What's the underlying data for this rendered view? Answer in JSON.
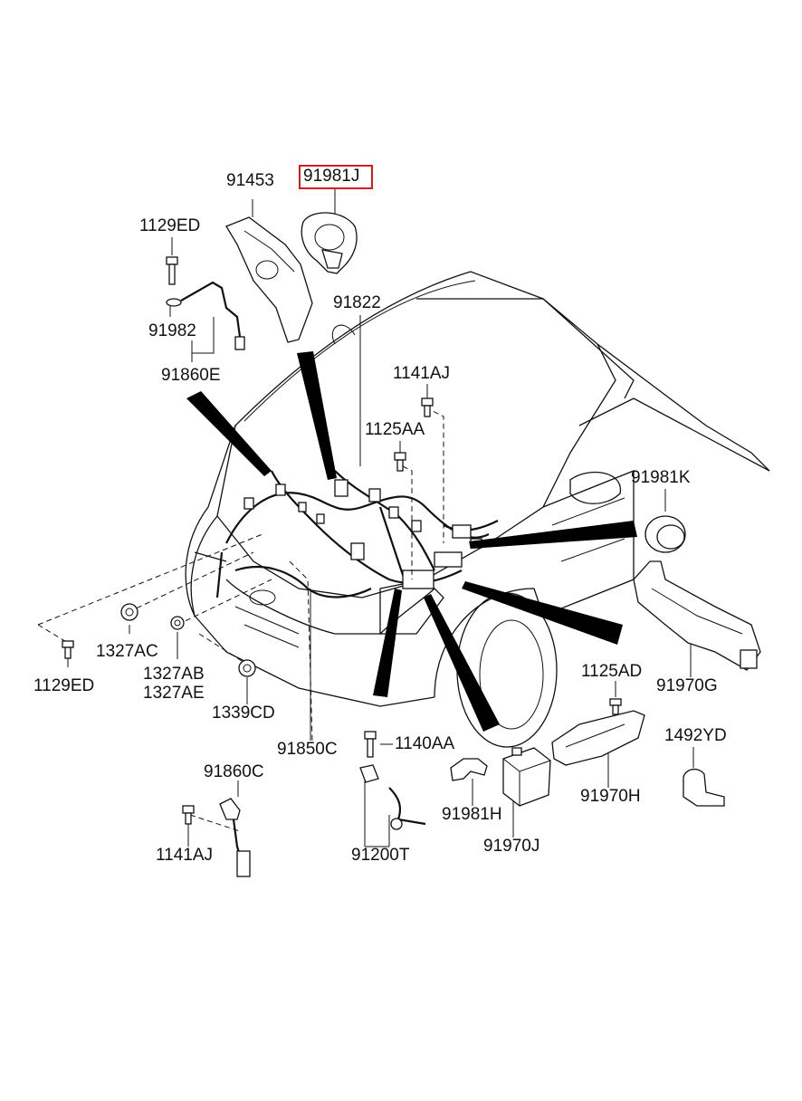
{
  "highlighted_part": "91981J",
  "accent_color": "#d81b23",
  "labels": {
    "p91453": "91453",
    "p91981J": "91981J",
    "p1129ED_top": "1129ED",
    "p91982": "91982",
    "p91860E": "91860E",
    "p91822": "91822",
    "p1141AJ_top": "1141AJ",
    "p1125AA": "1125AA",
    "p91981K": "91981K",
    "p1327AC": "1327AC",
    "p1327AB": "1327AB",
    "p1327AE": "1327AE",
    "p1129ED_left": "1129ED",
    "p1339CD": "1339CD",
    "p91970G": "91970G",
    "p1125AD": "1125AD",
    "p91850C": "91850C",
    "p1140AA": "1140AA",
    "p1492YD": "1492YD",
    "p91860C": "91860C",
    "p91981H": "91981H",
    "p91970H": "91970H",
    "p1141AJ_bottom": "1141AJ",
    "p91200T": "91200T",
    "p91970J": "91970J"
  }
}
